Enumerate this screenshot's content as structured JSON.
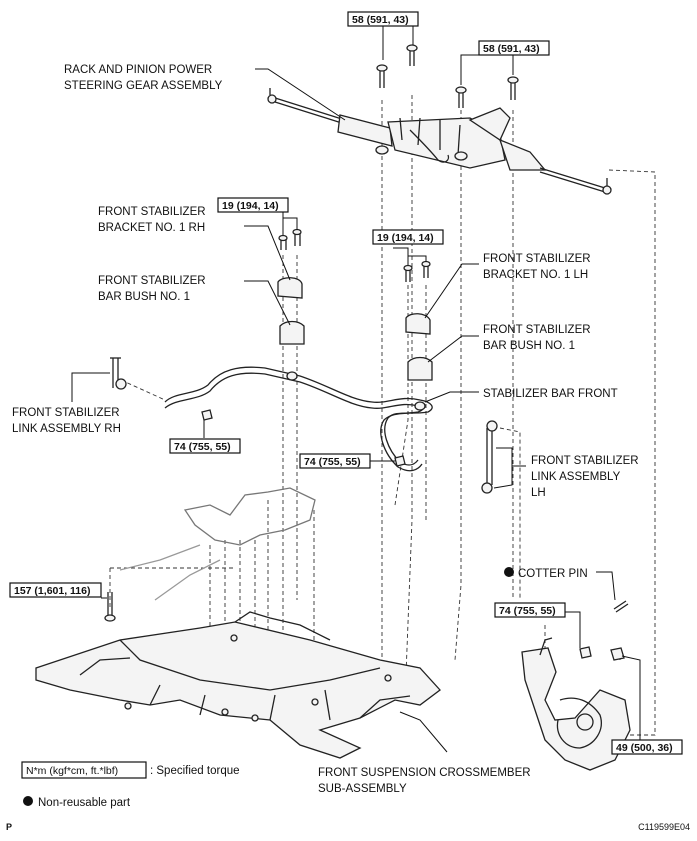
{
  "labels": {
    "rack_pinion": [
      "RACK AND PINION POWER",
      "STEERING GEAR ASSEMBLY"
    ],
    "bracket_rh": [
      "FRONT STABILIZER",
      "BRACKET NO. 1 RH"
    ],
    "bush_rh": [
      "FRONT STABILIZER",
      "BAR BUSH NO. 1"
    ],
    "bracket_lh": [
      "FRONT STABILIZER",
      "BRACKET NO. 1 LH"
    ],
    "bush_lh": [
      "FRONT STABILIZER",
      "BAR BUSH NO. 1"
    ],
    "stabilizer_bar": "STABILIZER BAR FRONT",
    "link_rh": [
      "FRONT STABILIZER",
      "LINK ASSEMBLY RH"
    ],
    "link_lh": [
      "FRONT STABILIZER",
      "LINK ASSEMBLY",
      "LH"
    ],
    "cotter_pin": "COTTER PIN",
    "crossmember": [
      "FRONT SUSPENSION CROSSMEMBER",
      "SUB-ASSEMBLY"
    ]
  },
  "torques": {
    "t1": "58 (591, 43)",
    "t2": "58 (591, 43)",
    "t3": "19 (194, 14)",
    "t4": "19 (194, 14)",
    "t5": "74 (755, 55)",
    "t6": "74 (755, 55)",
    "t7": "157 (1,601, 116)",
    "t8": "74 (755, 55)",
    "t9": "49 (500, 36)"
  },
  "legend": {
    "unit_box": "N*m (kgf*cm, ft.*lbf)",
    "unit_desc": ": Specified torque",
    "non_reusable": "Non-reusable part"
  },
  "footer": {
    "page_mark": "P",
    "figure_code": "C119599E04"
  }
}
